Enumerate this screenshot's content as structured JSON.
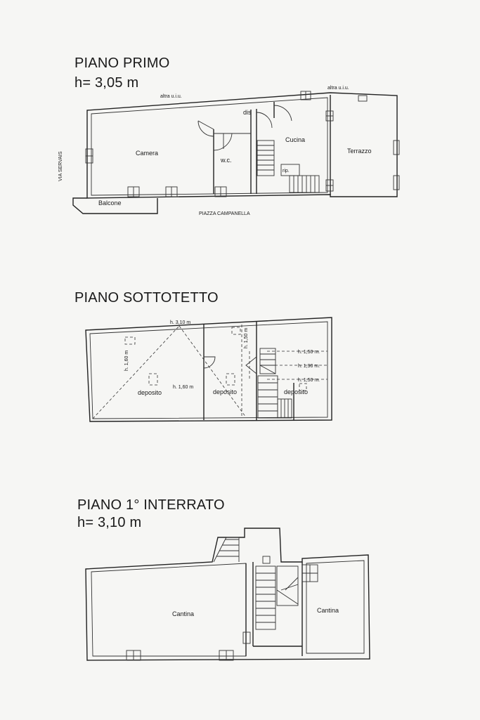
{
  "floors": {
    "primo": {
      "title": "PIANO PRIMO",
      "height": "h= 3,05 m",
      "rooms": {
        "camera": "Camera",
        "wc": "w.c.",
        "dis": "dis",
        "cucina": "Cucina",
        "rip": "rip.",
        "terrazzo": "Terrazzo",
        "balcone": "Balcone"
      },
      "labels": {
        "altra_uiu_1": "altra u.i.u.",
        "altra_uiu_2": "altra u.i.u.",
        "via": "VIA SERVAIS",
        "piazza": "PIAZZA CAMPANELLA"
      }
    },
    "sottotetto": {
      "title": "PIANO SOTTOTETTO",
      "rooms": {
        "deposito_1": "deposito",
        "deposito_2": "deposito",
        "deposito_3": "deposito"
      },
      "heights": {
        "top": "h. 3,10 m",
        "left_v": "h. 1,60 m",
        "left_h": "h. 1,60 m",
        "mid_v": "h. 1,50 m",
        "r1": "h. 1,50 m.",
        "r2": "h. 1,90 m.",
        "r3": "h. 1,50 m."
      }
    },
    "interrato": {
      "title": "PIANO 1° INTERRATO",
      "height": "h= 3,10 m",
      "rooms": {
        "cantina_1": "Cantina",
        "cantina_2": "Cantina"
      }
    }
  }
}
